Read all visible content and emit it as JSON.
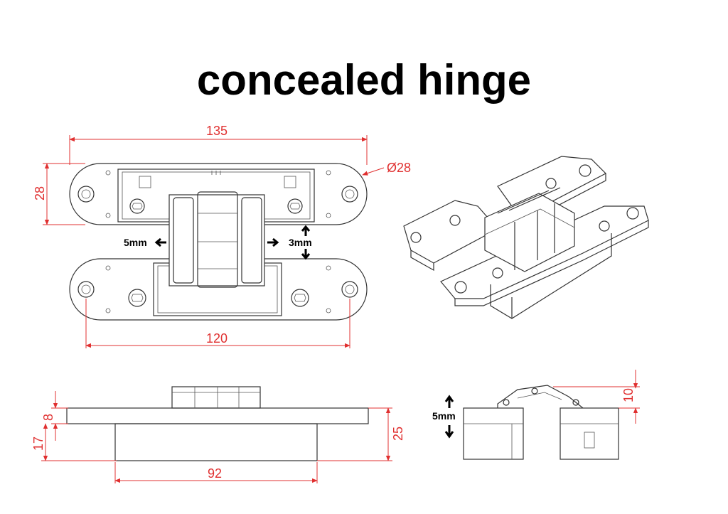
{
  "title": "concealed hinge",
  "dimensions": {
    "overall_length": "135",
    "height": "28",
    "end_radius": "Ø28",
    "hole_spacing": "120",
    "adjust_side": "5mm",
    "adjust_vertical": "3mm",
    "thickness": "8",
    "body_offset": "17",
    "body_depth": "25",
    "body_width": "92",
    "adjust_depth": "5mm",
    "knuckle_height": "10"
  },
  "colors": {
    "dimension": "#e03030",
    "outline": "#333333",
    "title": "#000000"
  }
}
